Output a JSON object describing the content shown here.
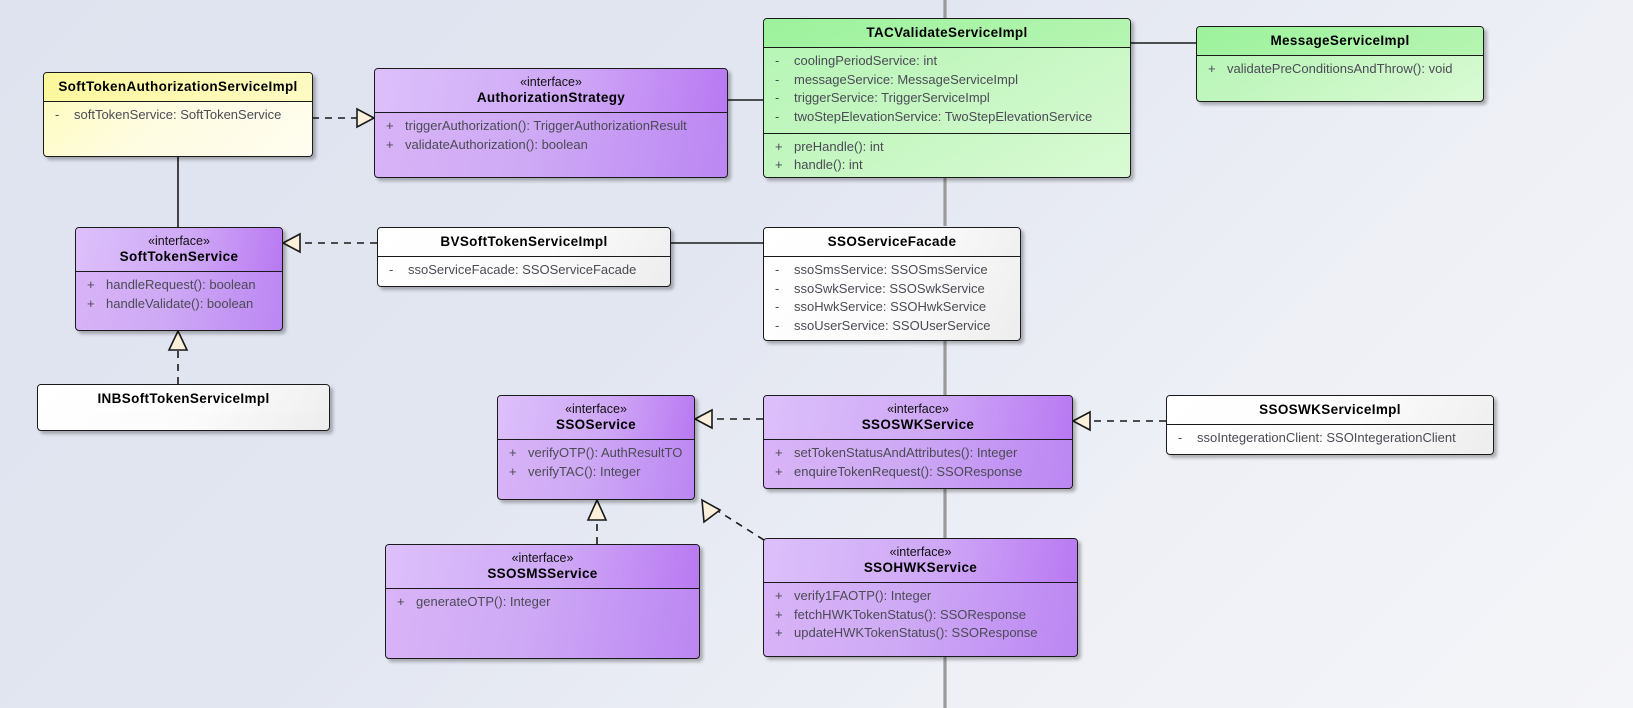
{
  "diagram": {
    "title": "UML Class Diagram",
    "background_color": "#dfe3ef",
    "colors": {
      "yellow": "#fdfbb8",
      "green": "#b3f5b3",
      "purple": "#ceaaf5",
      "white": "#ffffff",
      "line": "#1a1a1a",
      "gray_line": "#9a9a9a",
      "arrow_fill": "#fdf0da"
    }
  },
  "classes": {
    "soft_token_authorization_service_impl": {
      "name": "SoftTokenAuthorizationServiceImpl",
      "stereotype": "",
      "theme": "yellow",
      "attributes": [
        {
          "visibility": "-",
          "signature": "softTokenService: SoftTokenService"
        }
      ],
      "operations": []
    },
    "authorization_strategy": {
      "name": "AuthorizationStrategy",
      "stereotype": "«interface»",
      "theme": "purple",
      "attributes": [],
      "operations": [
        {
          "visibility": "+",
          "signature": "triggerAuthorization(): TriggerAuthorizationResult"
        },
        {
          "visibility": "+",
          "signature": "validateAuthorization(): boolean"
        }
      ]
    },
    "tac_validate_service_impl": {
      "name": "TACValidateServiceImpl",
      "stereotype": "",
      "theme": "green",
      "attributes": [
        {
          "visibility": "-",
          "signature": "coolingPeriodService: int"
        },
        {
          "visibility": "-",
          "signature": "messageService: MessageServiceImpl"
        },
        {
          "visibility": "-",
          "signature": "triggerService: TriggerServiceImpl"
        },
        {
          "visibility": "-",
          "signature": "twoStepElevationService: TwoStepElevationService"
        }
      ],
      "operations": [
        {
          "visibility": "+",
          "signature": "preHandle(): int"
        },
        {
          "visibility": "+",
          "signature": "handle(): int"
        }
      ]
    },
    "message_service_impl": {
      "name": "MessageServiceImpl",
      "stereotype": "",
      "theme": "green",
      "attributes": [],
      "operations": [
        {
          "visibility": "+",
          "signature": "validatePreConditionsAndThrow(): void"
        }
      ]
    },
    "soft_token_service": {
      "name": "SoftTokenService",
      "stereotype": "«interface»",
      "theme": "purple",
      "attributes": [],
      "operations": [
        {
          "visibility": "+",
          "signature": "handleRequest(): boolean"
        },
        {
          "visibility": "+",
          "signature": "handleValidate(): boolean"
        }
      ]
    },
    "bv_soft_token_service_impl": {
      "name": "BVSoftTokenServiceImpl",
      "stereotype": "",
      "theme": "white",
      "attributes": [
        {
          "visibility": "-",
          "signature": "ssoServiceFacade: SSOServiceFacade"
        }
      ],
      "operations": []
    },
    "sso_service_facade": {
      "name": "SSOServiceFacade",
      "stereotype": "",
      "theme": "white",
      "attributes": [
        {
          "visibility": "-",
          "signature": "ssoSmsService: SSOSmsService"
        },
        {
          "visibility": "-",
          "signature": "ssoSwkService: SSOSwkService"
        },
        {
          "visibility": "-",
          "signature": "ssoHwkService: SSOHwkService"
        },
        {
          "visibility": "-",
          "signature": "ssoUserService: SSOUserService"
        }
      ],
      "operations": []
    },
    "inb_soft_token_service_impl": {
      "name": "INBSoftTokenServiceImpl",
      "stereotype": "",
      "theme": "white",
      "attributes": [],
      "operations": []
    },
    "sso_service": {
      "name": "SSOService",
      "stereotype": "«interface»",
      "theme": "purple",
      "attributes": [],
      "operations": [
        {
          "visibility": "+",
          "signature": "verifyOTP(): AuthResultTO"
        },
        {
          "visibility": "+",
          "signature": "verifyTAC(): Integer"
        }
      ]
    },
    "sso_swk_service": {
      "name": "SSOSWKService",
      "stereotype": "«interface»",
      "theme": "purple",
      "attributes": [],
      "operations": [
        {
          "visibility": "+",
          "signature": "setTokenStatusAndAttributes(): Integer"
        },
        {
          "visibility": "+",
          "signature": "enquireTokenRequest(): SSOResponse"
        }
      ]
    },
    "sso_swk_service_impl": {
      "name": "SSOSWKServiceImpl",
      "stereotype": "",
      "theme": "white",
      "attributes": [
        {
          "visibility": "-",
          "signature": "ssoIntegerationClient: SSOIntegerationClient"
        }
      ],
      "operations": []
    },
    "sso_sms_service": {
      "name": "SSOSMSService",
      "stereotype": "«interface»",
      "theme": "purple",
      "attributes": [],
      "operations": [
        {
          "visibility": "+",
          "signature": "generateOTP(): Integer"
        }
      ]
    },
    "sso_hwk_service": {
      "name": "SSOHWKService",
      "stereotype": "«interface»",
      "theme": "purple",
      "attributes": [],
      "operations": [
        {
          "visibility": "+",
          "signature": "verify1FAOTP(): Integer"
        },
        {
          "visibility": "+",
          "signature": "fetchHWKTokenStatus(): SSOResponse"
        },
        {
          "visibility": "+",
          "signature": "updateHWKTokenStatus(): SSOResponse"
        }
      ]
    }
  },
  "relationships": [
    {
      "from": "soft_token_authorization_service_impl",
      "to": "authorization_strategy",
      "type": "realization"
    },
    {
      "from": "soft_token_authorization_service_impl",
      "to": "soft_token_service",
      "type": "association"
    },
    {
      "from": "tac_validate_service_impl",
      "to": "message_service_impl",
      "type": "association"
    },
    {
      "from": "tac_validate_service_impl",
      "to": "authorization_strategy",
      "type": "association"
    },
    {
      "from": "bv_soft_token_service_impl",
      "to": "soft_token_service",
      "type": "realization"
    },
    {
      "from": "inb_soft_token_service_impl",
      "to": "soft_token_service",
      "type": "realization"
    },
    {
      "from": "bv_soft_token_service_impl",
      "to": "sso_service_facade",
      "type": "association"
    },
    {
      "from": "sso_service_facade",
      "to": "sso_swk_service",
      "type": "association"
    },
    {
      "from": "sso_swk_service",
      "to": "sso_service",
      "type": "realization"
    },
    {
      "from": "sso_swk_service_impl",
      "to": "sso_swk_service",
      "type": "realization"
    },
    {
      "from": "sso_sms_service",
      "to": "sso_service",
      "type": "realization"
    },
    {
      "from": "sso_hwk_service",
      "to": "sso_service",
      "type": "realization"
    }
  ]
}
